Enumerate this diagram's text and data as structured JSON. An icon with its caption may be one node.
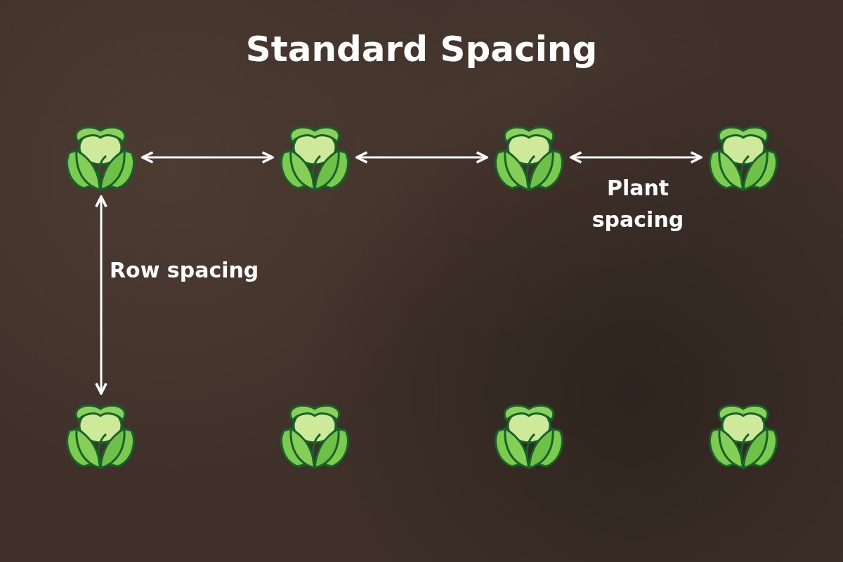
{
  "diagram": {
    "title": "Standard Spacing",
    "nodes": [
      {
        "text": [],
        "shape": "picture"
      },
      {
        "text": [],
        "shape": "picture"
      },
      {
        "text": [],
        "shape": "picture"
      },
      {
        "text": [],
        "shape": "picture"
      },
      {
        "text": [],
        "shape": "picture"
      },
      {
        "text": [],
        "shape": "picture"
      },
      {
        "text": [],
        "shape": "picture"
      },
      {
        "text": [],
        "shape": "picture"
      }
    ],
    "edges": [
      {
        "from": 0,
        "to": 1,
        "arrow": "both"
      },
      {
        "from": 1,
        "to": 2,
        "arrow": "both"
      },
      {
        "from": 2,
        "to": 3,
        "arrow": "both",
        "label": "Plant spacing"
      },
      {
        "from": 0,
        "to": 4,
        "arrow": "both",
        "label": "Row spacing"
      }
    ]
  }
}
